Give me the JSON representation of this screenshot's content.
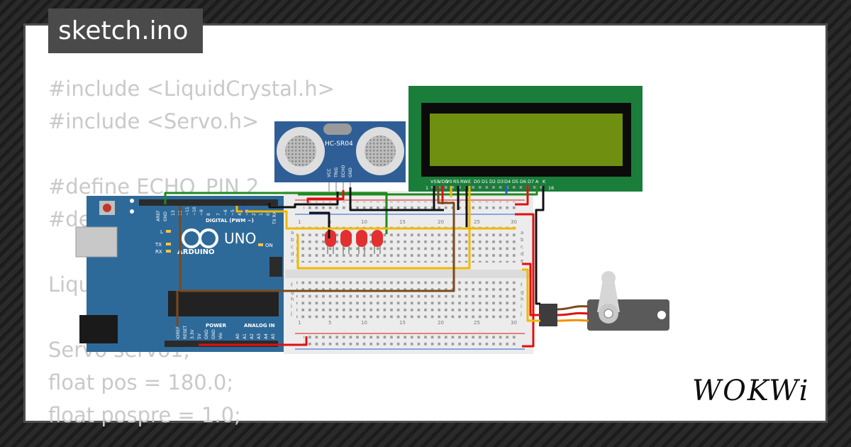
{
  "sketch": {
    "filename": "sketch.ino",
    "code_lines": [
      "#include <LiquidCrystal.h>",
      "#include <Servo.h>",
      "",
      "#define ECHO_PIN 2",
      "#define TRIG_PIN 3",
      "",
      "LiquidCrystal lcd(12, 11, 10, 9, 8, 7);",
      "",
      "Servo servo1;",
      "float pos = 180.0;",
      "float pospre = 1.0;"
    ]
  },
  "arduino": {
    "model": "UNO",
    "brand": "ARDUINO",
    "digital_header": "DIGITAL (PWM ~)",
    "power_header": "POWER",
    "analog_header": "ANALOG IN",
    "on_label": "ON",
    "l_label": "L",
    "tx_label": "TX",
    "rx_label": "RX",
    "aref_label": "AREF",
    "gnd_label": "GND",
    "txrx_label": "TX RX",
    "digital_pins": [
      "13",
      "12",
      "~11",
      "~10",
      "~9",
      "8",
      "7",
      "~6",
      "~5",
      "4",
      "~3",
      "2",
      "1",
      "0"
    ],
    "power_pins": [
      "IOREF",
      "RESET",
      "3.3V",
      "5V",
      "GND",
      "GND",
      "Vin"
    ],
    "analog_pins": [
      "A0",
      "A1",
      "A2",
      "A3",
      "A4",
      "A5"
    ]
  },
  "ultrasonic": {
    "model": "HC-SR04",
    "pins": [
      "VCC",
      "TRIG",
      "ECHO",
      "GND"
    ]
  },
  "lcd": {
    "pin_labels": [
      "VSS",
      "VDD",
      "V0",
      "RS",
      "RW",
      "E",
      "D0",
      "D1",
      "D2",
      "D3",
      "D4",
      "D5",
      "D6",
      "D7",
      "A",
      "K"
    ],
    "first_pin": "1",
    "last_pin": "16"
  },
  "breadboard": {
    "column_numbers": [
      "1",
      "5",
      "10",
      "15",
      "20",
      "25",
      "30"
    ],
    "top_rows": [
      "a",
      "b",
      "c",
      "d",
      "e"
    ],
    "bottom_rows": [
      "f",
      "g",
      "h",
      "i",
      "j"
    ]
  },
  "brand": {
    "name": "WOKWi"
  },
  "colors": {
    "background": "#262626",
    "card": "#ffffff",
    "badge": "#4a4a4a",
    "code": "#c9c9c9",
    "arduino": "#2e6a99",
    "lcd_frame": "#1a7d3a",
    "lcd_screen": "#6f8f11",
    "sensor": "#2f5e96",
    "wire_green": "#1e8a1e",
    "wire_yellow": "#f2b800",
    "wire_brown": "#7a4a1c",
    "wire_red": "#e01010",
    "wire_black": "#111111",
    "led_red": "#e23030"
  }
}
